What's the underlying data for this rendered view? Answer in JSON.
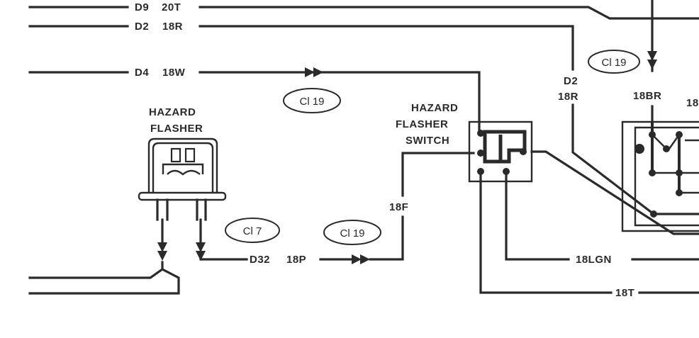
{
  "wires": {
    "d9": {
      "circuit": "D9",
      "gauge": "20T"
    },
    "d2": {
      "circuit": "D2",
      "gauge": "18R"
    },
    "d4": {
      "circuit": "D4",
      "gauge": "18W"
    },
    "d2_right": {
      "circuit": "D2",
      "gauge": "18R"
    },
    "br": {
      "gauge": "18BR"
    },
    "br_cut": {
      "gauge": "18"
    },
    "f": {
      "gauge": "18F"
    },
    "d32": {
      "circuit": "D32",
      "gauge": "18P"
    },
    "lgn": {
      "gauge": "18LGN"
    },
    "t": {
      "gauge": "18T"
    }
  },
  "components": {
    "hazard_flasher": {
      "line1": "HAZARD",
      "line2": "FLASHER"
    },
    "hazard_flasher_switch": {
      "line1": "HAZARD",
      "line2": "FLASHER",
      "line3": "SWITCH"
    }
  },
  "connectors": {
    "c1": "Cl 19",
    "c2": "Cl 19",
    "c3": "Cl 7",
    "c4": "Cl 19"
  }
}
